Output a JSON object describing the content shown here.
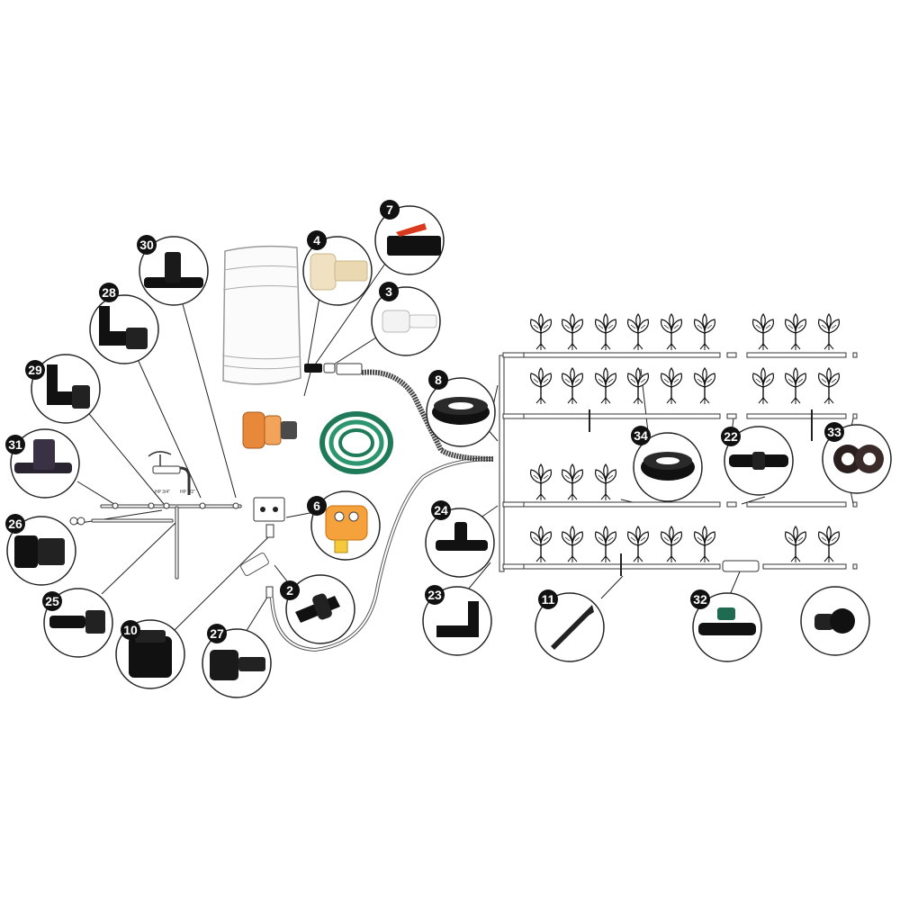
{
  "diagram": {
    "tap_labels": {
      "hp_3_4": "HP 3/4\"",
      "hp_1_2": "HP 1/2\""
    },
    "callouts": [
      {
        "num": "2",
        "part": "filter"
      },
      {
        "num": "3",
        "part": "clear-connector"
      },
      {
        "num": "4",
        "part": "tank-adapter"
      },
      {
        "num": "6",
        "part": "timer"
      },
      {
        "num": "7",
        "part": "ball-valve"
      },
      {
        "num": "8",
        "part": "pipe-coil"
      },
      {
        "num": "10",
        "part": "threaded-coupling"
      },
      {
        "num": "11",
        "part": "dripper-stake"
      },
      {
        "num": "22",
        "part": "straight-connector"
      },
      {
        "num": "23",
        "part": "elbow-connector"
      },
      {
        "num": "24",
        "part": "tee-connector"
      },
      {
        "num": "25",
        "part": "male-adapter"
      },
      {
        "num": "26",
        "part": "threaded-adapter"
      },
      {
        "num": "27",
        "part": "female-adapter"
      },
      {
        "num": "28",
        "part": "threaded-elbow"
      },
      {
        "num": "29",
        "part": "elbow-adapter"
      },
      {
        "num": "30",
        "part": "tee-fitting"
      },
      {
        "num": "31",
        "part": "threaded-tee"
      },
      {
        "num": "32",
        "part": "mini-valve"
      },
      {
        "num": "33",
        "part": "rubber-grommets"
      },
      {
        "num": "34",
        "part": "drip-line-coil"
      }
    ],
    "colors": {
      "badge": "#1a1a1a",
      "fitting": "#111111",
      "hose_green": "#1f7a5a",
      "orange": "#e8883a",
      "valve_red": "#d93a1e",
      "tank_beige": "#efe1c2",
      "timer_orange": "#f6a23c"
    }
  }
}
